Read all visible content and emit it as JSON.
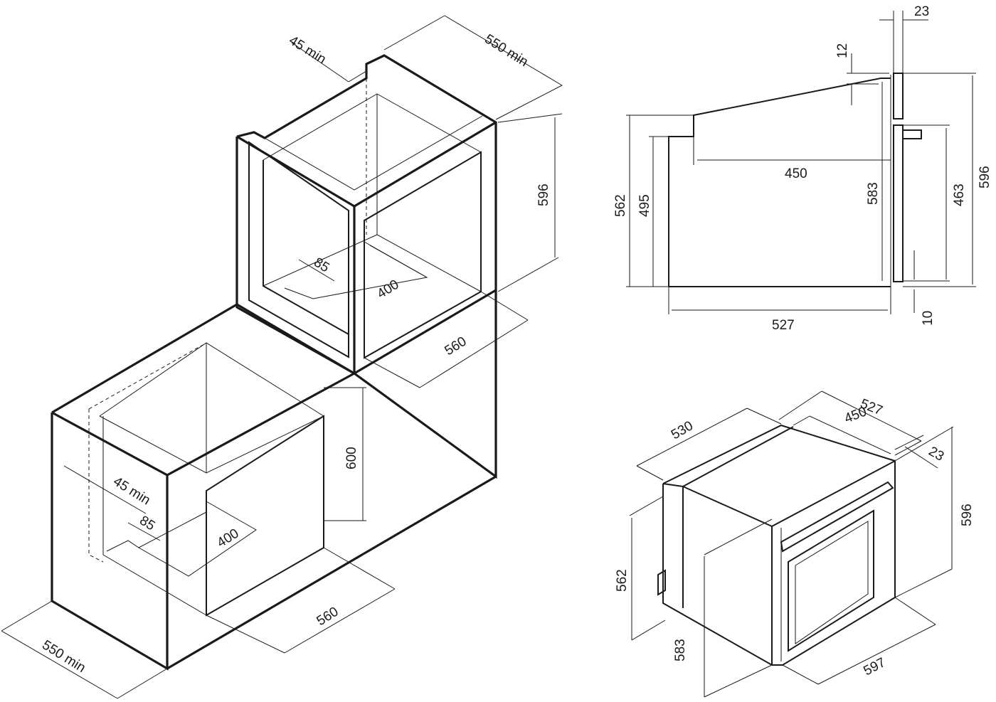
{
  "dimensions": {
    "upper_depth_min": "550 min",
    "upper_rear_gap": "45 min",
    "upper_height": "596",
    "upper_width": "560",
    "upper_cutout_depth": "85",
    "upper_cutout_width": "400",
    "lower_height": "600",
    "lower_rear_gap": "45 min",
    "lower_cutout_depth": "85",
    "lower_cutout_width": "400",
    "lower_width": "560",
    "lower_depth_min": "550 min",
    "side_front_thickness": "23",
    "side_top_step": "12",
    "side_total_height_back": "562",
    "side_inner_height": "495",
    "side_top_depth": "450",
    "side_front_height": "583",
    "side_door_height": "463",
    "side_total_height": "596",
    "side_depth": "527",
    "side_bottom_gap": "10",
    "iso_depth_total": "527",
    "iso_depth_side": "530",
    "iso_depth_top": "450",
    "iso_front_thickness": "23",
    "iso_height_total": "596",
    "iso_height_body": "562",
    "iso_height_front": "583",
    "iso_width": "597"
  }
}
